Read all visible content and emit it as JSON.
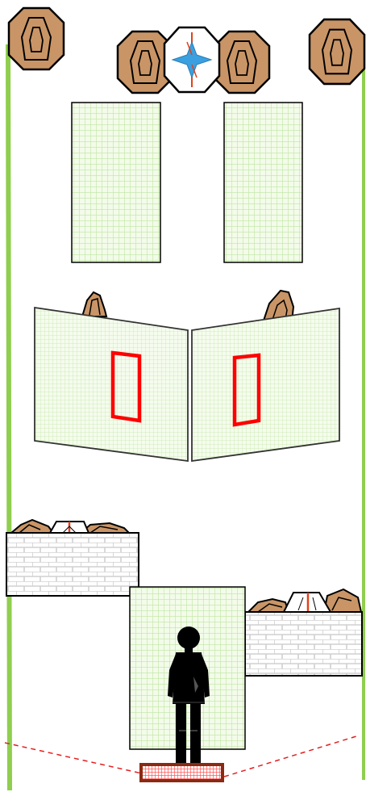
{
  "stage": {
    "background": "#ffffff",
    "colors": {
      "fault_line": "#8fce4e",
      "mesh_fill": "#f3fbea",
      "mesh_line": "#bfe6a0",
      "target_fill": "#c99566",
      "target_stroke": "#000000",
      "noshoot_star": "#3aa0e0",
      "noshoot_line": "#e0421b",
      "port_outline": "#ff0000",
      "barricade_fill": "#ffffff",
      "barricade_brick": "#d8d8d8",
      "shooter": "#000000",
      "start_box": "#8b2a12",
      "start_box_grid": "#ff5a5a",
      "view_line": "#e02020"
    },
    "elements": {
      "paper_targets": 6,
      "no_shoot_targets": 3,
      "mesh_walls": 5,
      "shooting_ports": 2,
      "brick_barricades": 2,
      "start_position": 1
    },
    "icons": {
      "paper_target": "paper-target-icon",
      "no_shoot": "no-shoot-target-icon",
      "shooter": "shooter-silhouette-icon",
      "start_box": "start-box-icon"
    }
  }
}
